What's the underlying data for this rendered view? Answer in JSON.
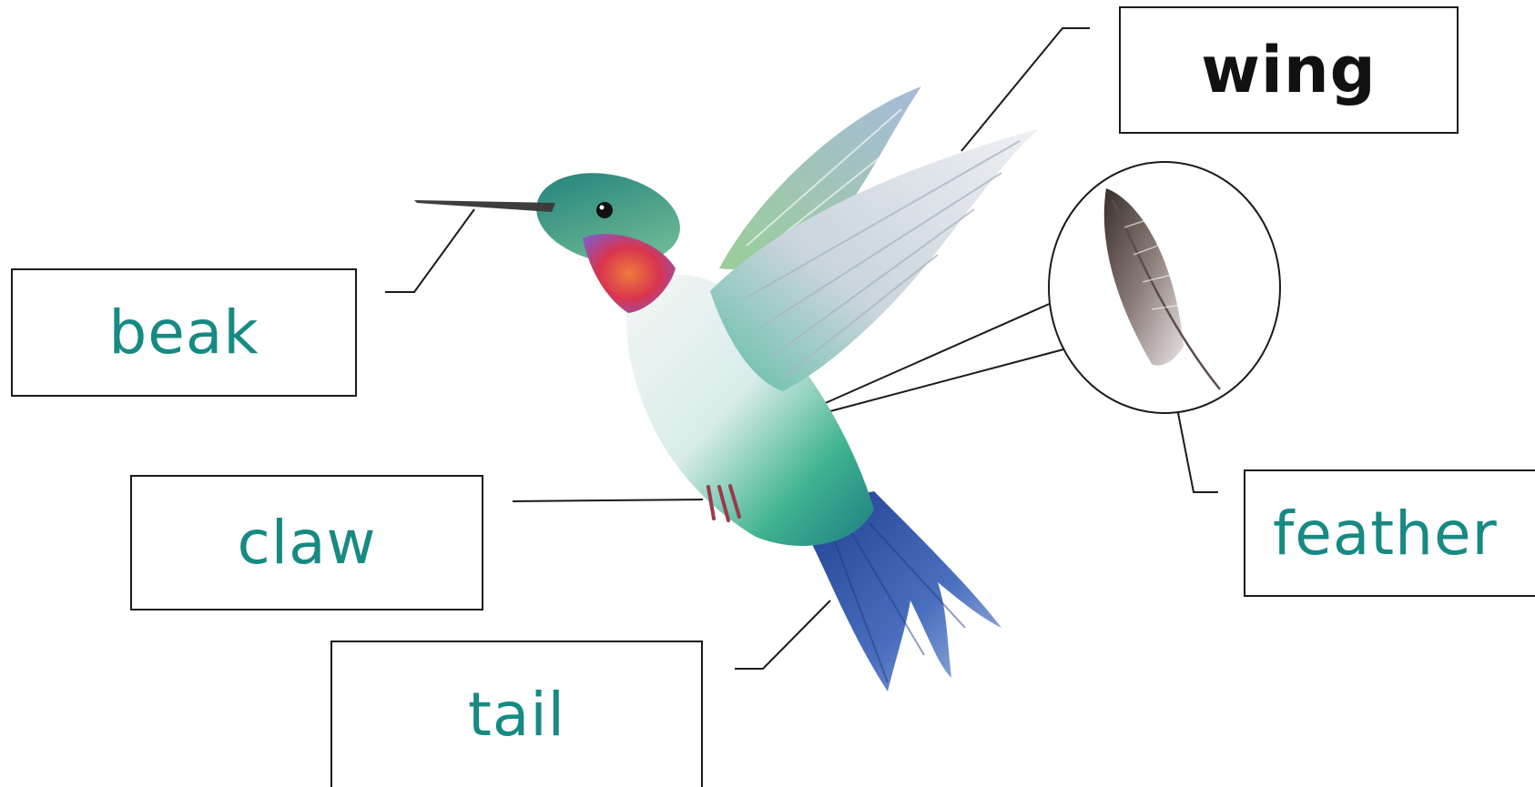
{
  "labels": {
    "wing": "wing",
    "beak": "beak",
    "claw": "claw",
    "tail": "tail",
    "feather": "feather"
  },
  "colors": {
    "label_text": "#168a83",
    "wing_text": "#111111",
    "outline": "#1a1a1a",
    "throat": "#d8344f",
    "body_green": "#2fae86",
    "tail_blue": "#2f55a8"
  },
  "icons": {
    "bird": "hummingbird-illustration",
    "feather": "feather-illustration"
  }
}
